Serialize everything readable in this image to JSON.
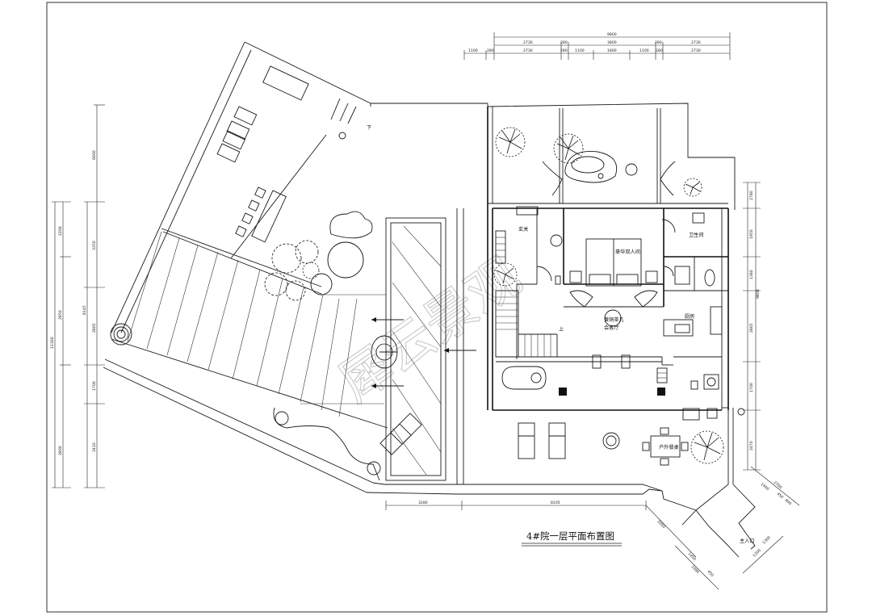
{
  "drawing": {
    "title": "4#院一层平面布置图",
    "watermark": "犀云景观"
  },
  "rooms": {
    "entrance": "玄关",
    "bathroom": "卫生间",
    "bedroom": "豪华双人间",
    "living": "会客厅",
    "kitchen": "厨房",
    "main_entry": "主入口",
    "tea_table": "黄铜茶几",
    "dining": "户外餐桌"
  },
  "dimensions": {
    "top_total": "9800",
    "top_row1": [
      "2730",
      "280",
      "3800",
      "280",
      "2730"
    ],
    "top_row2": [
      "1100",
      "280",
      "2730",
      "280",
      "1100",
      "1800",
      "1100",
      "280",
      "2730"
    ],
    "left_outer": [
      "2200",
      "2850",
      "2800"
    ],
    "left_outer_total": "11300",
    "left_mid": [
      "3350",
      "2865",
      "1700",
      "3410"
    ],
    "left_mid_total": "8145",
    "left_inner": "6000",
    "right": [
      "2780",
      "1950",
      "1380",
      "2865",
      "1700",
      "2070"
    ],
    "right_total": "9800",
    "bottom": [
      "3280",
      "8105",
      "2050"
    ],
    "entry_top": [
      "2700",
      "1400",
      "450",
      "800"
    ],
    "entry_bottom": [
      "1450",
      "1090",
      "450",
      "1200",
      "1300"
    ]
  },
  "annotations": {
    "up": "上",
    "down": "下"
  }
}
